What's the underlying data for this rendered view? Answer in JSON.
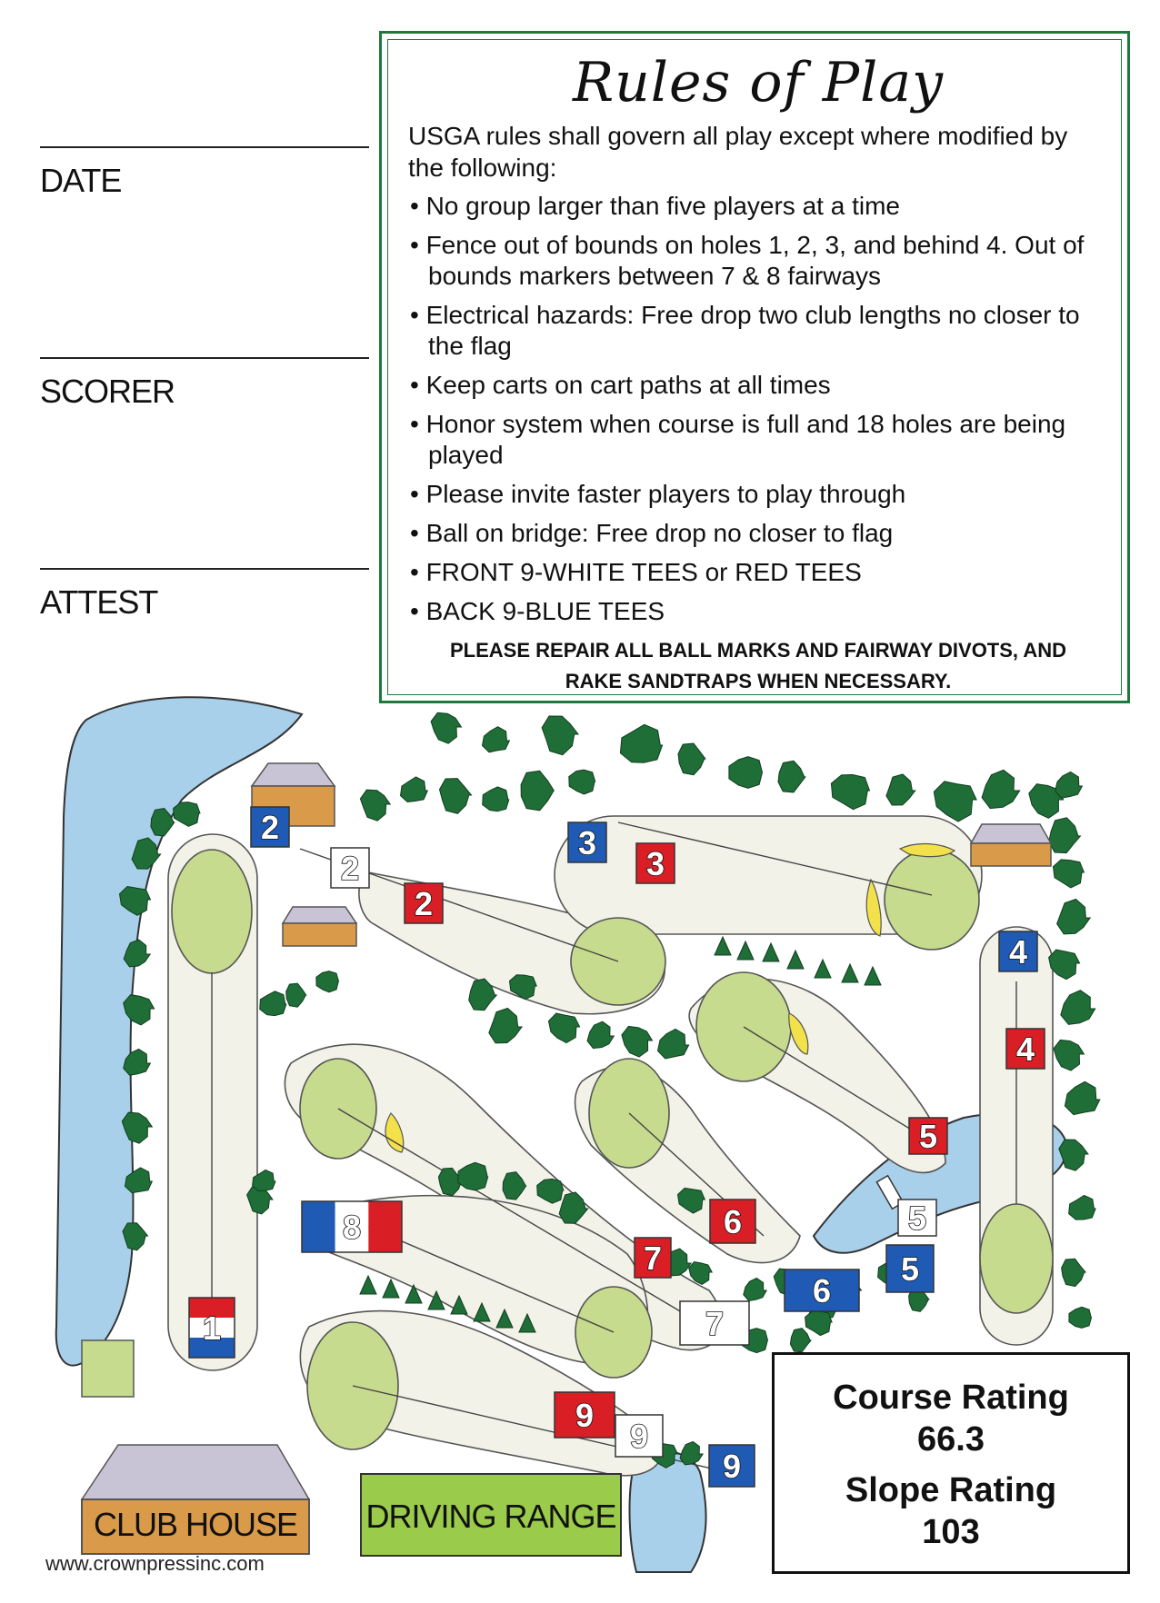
{
  "card": {
    "date_label": "DATE",
    "scorer_label": "SCORER",
    "attest_label": "ATTEST"
  },
  "rules": {
    "title": "Rules of Play",
    "intro": "USGA rules shall govern all play except where modified by the following:",
    "items": [
      "• No group larger than five players at a time",
      "• Fence out of bounds on holes 1, 2, 3, and behind 4. Out of bounds markers between 7 & 8 fairways",
      "• Electrical hazards: Free drop two club lengths no closer to the flag",
      "• Keep carts on cart paths at all times",
      "• Honor system when course is full and 18 holes are being played",
      "• Please invite faster players to play through",
      "• Ball on bridge: Free drop no closer to flag",
      "• FRONT 9-WHITE TEES or RED TEES",
      "• BACK 9-BLUE TEES"
    ],
    "note": "PLEASE REPAIR ALL BALL MARKS AND FAIRWAY DIVOTS, AND RAKE SANDTRAPS WHEN NECESSARY."
  },
  "map": {
    "colors": {
      "fairway": "#f2f2e8",
      "green": "#c6db8e",
      "water": "#a9d0ea",
      "tree": "#1f6e37",
      "sand": "#f2e14a",
      "building_orange": "#d99a49",
      "building_roof": "#c8c4d6",
      "blue_tee": "#1f5bb5",
      "red_tee": "#d91e26",
      "white_tee": "#ffffff",
      "driving_range": "#9bcb4a"
    },
    "tee_markers": [
      {
        "label": "2",
        "color": "blue"
      },
      {
        "label": "2",
        "color": "white"
      },
      {
        "label": "2",
        "color": "red"
      },
      {
        "label": "3",
        "color": "blue"
      },
      {
        "label": "3",
        "color": "red"
      },
      {
        "label": "4",
        "color": "blue"
      },
      {
        "label": "4",
        "color": "red"
      },
      {
        "label": "5",
        "color": "red"
      },
      {
        "label": "5",
        "color": "white"
      },
      {
        "label": "5",
        "color": "blue"
      },
      {
        "label": "6",
        "color": "red"
      },
      {
        "label": "6",
        "color": "blue"
      },
      {
        "label": "7",
        "color": "red"
      },
      {
        "label": "7",
        "color": "white"
      },
      {
        "label": "8",
        "color": "tricolor"
      },
      {
        "label": "1",
        "color": "tricolor"
      },
      {
        "label": "9",
        "color": "red"
      },
      {
        "label": "9",
        "color": "white"
      },
      {
        "label": "9",
        "color": "blue"
      }
    ],
    "clubhouse_label": "CLUB HOUSE",
    "driving_range_label": "DRIVING RANGE"
  },
  "ratings": {
    "course_label": "Course Rating",
    "course_value": "66.3",
    "slope_label": "Slope Rating",
    "slope_value": "103"
  },
  "website": "www.crownpressinc.com"
}
